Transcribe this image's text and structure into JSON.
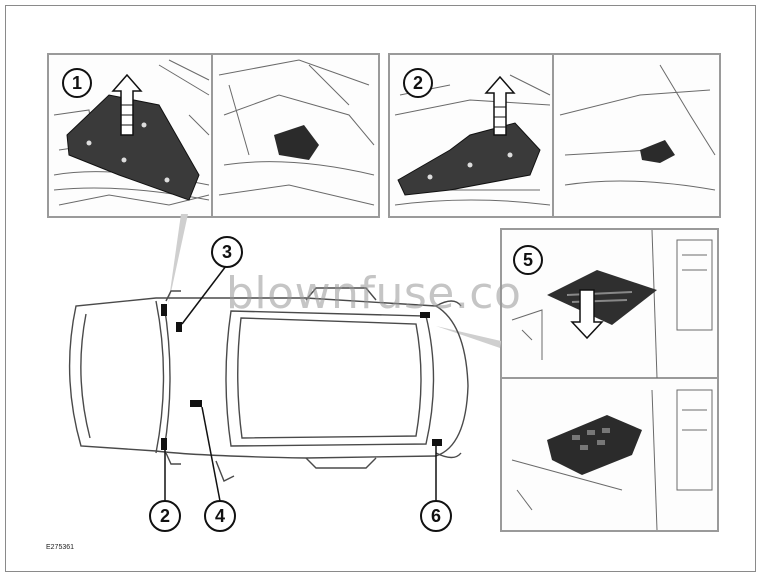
{
  "watermark": "blownfuse.co",
  "figure_code": "E275361",
  "callouts": {
    "c1": "1",
    "c2": "2",
    "c3": "3",
    "c4": "4",
    "c5": "5",
    "c6": "6",
    "panel1": "1",
    "panel2": "2",
    "panel5": "5"
  },
  "colors": {
    "border": "#9a9a9a",
    "line": "#4a4a4a",
    "dark_cover": "#2b2b2b"
  }
}
